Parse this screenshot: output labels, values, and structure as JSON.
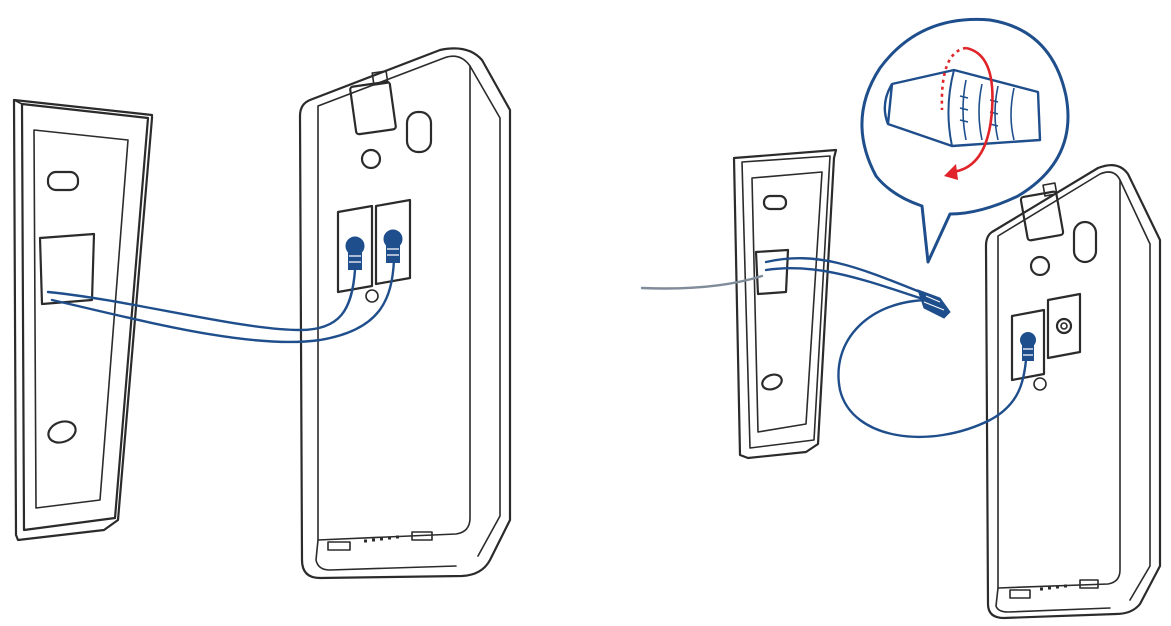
{
  "diagram": {
    "panels": [
      {
        "id": "direct-wiring",
        "description": null
      },
      {
        "id": "wire-nut-connection",
        "description": null
      }
    ],
    "colors": {
      "outline": "#2b2b2b",
      "wire": "#1f4e8c",
      "callout": "#1f4e8c",
      "rotation_arrow": "#e0242a",
      "background": "#ffffff"
    },
    "icons": [
      "mounting-plate",
      "doorbell-back",
      "terminal-screw",
      "wire-nut",
      "rotation-arrow"
    ]
  }
}
